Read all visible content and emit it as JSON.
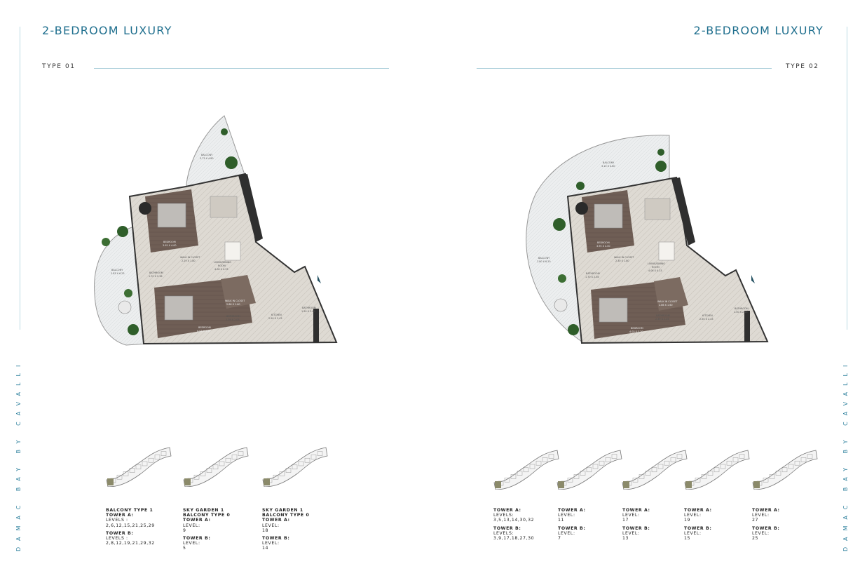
{
  "left_page": {
    "title": "2-BEDROOM LUXURY",
    "type": "TYPE 01",
    "rooms": {
      "balcony_top": "BALCONY",
      "balcony_top_size": "3.73 X 4.80",
      "balcony_left": "BALCONY",
      "balcony_left_size": "2.83 X 6.23",
      "bedroom1": "BEDROOM",
      "bedroom1_size": "3.95 X 4.00",
      "walkin1": "WALK IN CLOSET",
      "walkin1_size": "2.29 X 1.80",
      "bathroom1": "BATHROOM",
      "bathroom1_size": "1.70 X 2.36",
      "living": "LIVING/DINING",
      "living2": "ROOM",
      "living_size": "4.06 X 4.33",
      "walkin2": "WALK IN CLOSET",
      "walkin2_size": "2.86 X 1.60",
      "bathroom2": "BATHROOM",
      "bathroom2_size": "2.39 X 2.03",
      "bedroom2": "BEDROOM",
      "bedroom2_size": "4.03 X 3.30",
      "kitchen": "KITCHEN",
      "kitchen_size": "2.50 X 2.43",
      "bathroom3": "BATHROOM",
      "bathroom3_size": "1.50 X 2.46"
    },
    "captions": [
      {
        "heading": [
          "BALCONY TYPE 1",
          "TOWER A:"
        ],
        "lines": [
          "LEVELS :",
          "2,6,12,15,21,25,29"
        ],
        "heading2": [
          "TOWER B:"
        ],
        "lines2": [
          "LEVELS :",
          "2,8,12,19,21,29,32"
        ]
      },
      {
        "heading": [
          "SKY GARDEN 1",
          "BALCONY TYPE 0",
          "TOWER A:"
        ],
        "lines": [
          "LEVEL:",
          "9"
        ],
        "heading2": [
          "TOWER B:"
        ],
        "lines2": [
          "LEVEL:",
          "5"
        ]
      },
      {
        "heading": [
          "SKY GARDEN 1",
          "BALCONY TYPE 0",
          "TOWER A:"
        ],
        "lines": [
          "LEVEL:",
          "18"
        ],
        "heading2": [
          "TOWER B:"
        ],
        "lines2": [
          "LEVEL:",
          "14"
        ]
      }
    ]
  },
  "right_page": {
    "title": "2-BEDROOM LUXURY",
    "type": "TYPE 02",
    "rooms": {
      "balcony_top": "BALCONY",
      "balcony_top_size": "3.10 X 4.80",
      "balcony_left": "BALCONY",
      "balcony_left_size": "2.80 X 6.20",
      "bedroom1": "BEDROOM",
      "bedroom1_size": "3.95 X 4.00",
      "walkin1": "WALK IN CLOSET",
      "walkin1_size": "2.30 X 1.80",
      "bathroom1": "BATHROOM",
      "bathroom1_size": "1.70 X 2.36",
      "living": "LIVING/DINING",
      "living2": "ROOM",
      "living_size": "4.06 X 4.33",
      "walkin2": "WALK IN CLOSET",
      "walkin2_size": "2.86 X 1.60",
      "bathroom2": "BATHROOM",
      "bathroom2_size": "2.39 X 2.03",
      "bedroom2": "BEDROOM",
      "bedroom2_size": "4.03 X 3.30",
      "kitchen": "KITCHEN",
      "kitchen_size": "2.50 X 2.43",
      "bathroom3": "BATHROOM",
      "bathroom3_size": "1.50 X 2.46"
    },
    "captions": [
      {
        "heading": [
          "TOWER A:"
        ],
        "lines": [
          "LEVELS:",
          "3,5,13,14,30,32"
        ],
        "heading2": [
          "TOWER B:"
        ],
        "lines2": [
          "LEVELS:",
          "3,9,17,18,27,30"
        ]
      },
      {
        "heading": [
          "TOWER A:"
        ],
        "lines": [
          "LEVEL:",
          "11"
        ],
        "heading2": [
          "TOWER B:"
        ],
        "lines2": [
          "LEVEL:",
          "7"
        ]
      },
      {
        "heading": [
          "TOWER A:"
        ],
        "lines": [
          "LEVEL:",
          "17"
        ],
        "heading2": [
          "TOWER B:"
        ],
        "lines2": [
          "LEVEL:",
          "13"
        ]
      },
      {
        "heading": [
          "TOWER A:"
        ],
        "lines": [
          "LEVEL:",
          "19"
        ],
        "heading2": [
          "TOWER B:"
        ],
        "lines2": [
          "LEVEL:",
          "15"
        ]
      },
      {
        "heading": [
          "TOWER A:"
        ],
        "lines": [
          "LEVEL:",
          "27"
        ],
        "heading2": [
          "TOWER B:"
        ],
        "lines2": [
          "LEVEL:",
          "25"
        ]
      }
    ]
  },
  "side_text": "DAMAC BAY BY CAVALLI",
  "colors": {
    "accent": "#1f6f8e",
    "rule": "#a9cdd9",
    "floor_wood": "#6f5e55",
    "floor_marble": "#d7d3cc",
    "wall": "#2f2f2f",
    "plant": "#2f5e2a"
  }
}
